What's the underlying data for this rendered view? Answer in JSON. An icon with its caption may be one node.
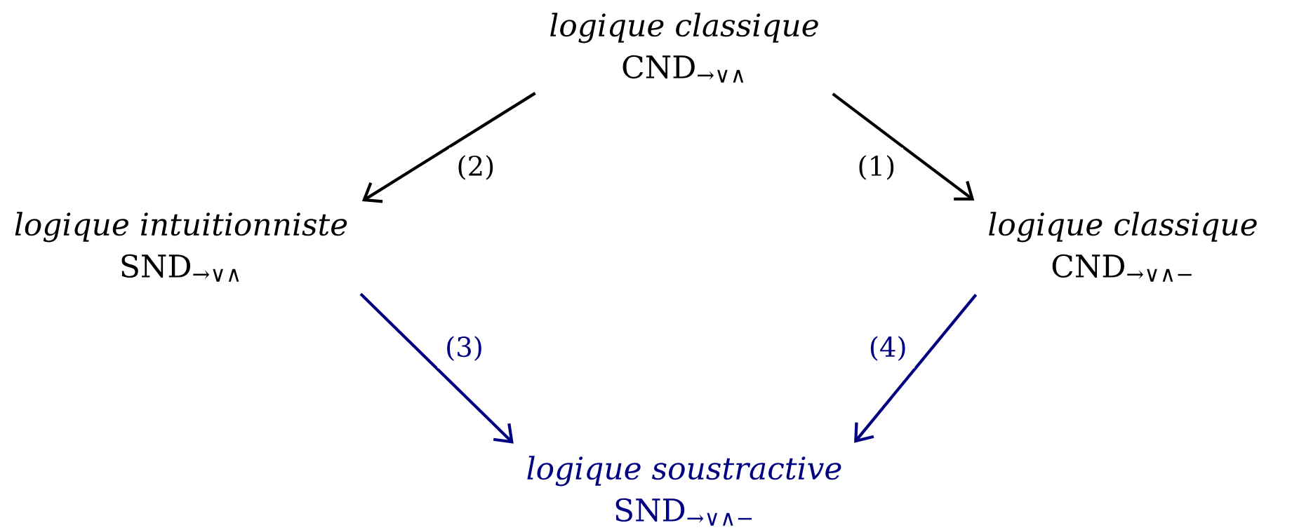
{
  "diagram": {
    "nodes": [
      {
        "text": [
          "logique classique",
          "CND$_{→∨∧}$"
        ]
      },
      {
        "text": [
          "logique intuitionniste",
          "SND$_{→∨∧}$"
        ]
      },
      {
        "text": [
          "logique classique",
          "CND$_{→∨∧−}$"
        ]
      },
      {
        "text": [
          "logique soustractive",
          "SND$_{→∨∧−}$"
        ]
      }
    ],
    "edges": [
      {
        "from": 0,
        "to": 1,
        "arrow": "to",
        "label": "(2)"
      },
      {
        "from": 0,
        "to": 2,
        "arrow": "to",
        "label": "(1)"
      },
      {
        "from": 1,
        "to": 3,
        "arrow": "to",
        "label": "(3)",
        "color": "#000080"
      },
      {
        "from": 2,
        "to": 3,
        "arrow": "to",
        "label": "(4)",
        "color": "#000080"
      }
    ]
  }
}
